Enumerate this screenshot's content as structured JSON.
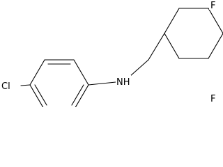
{
  "atoms": {
    "chlorine": "Cl",
    "amine": "NH",
    "fluorine_top": "F",
    "fluorine_bottom": "F"
  },
  "colors": {
    "background": "#ffffff",
    "bond": "#000000",
    "text": "#000000"
  }
}
